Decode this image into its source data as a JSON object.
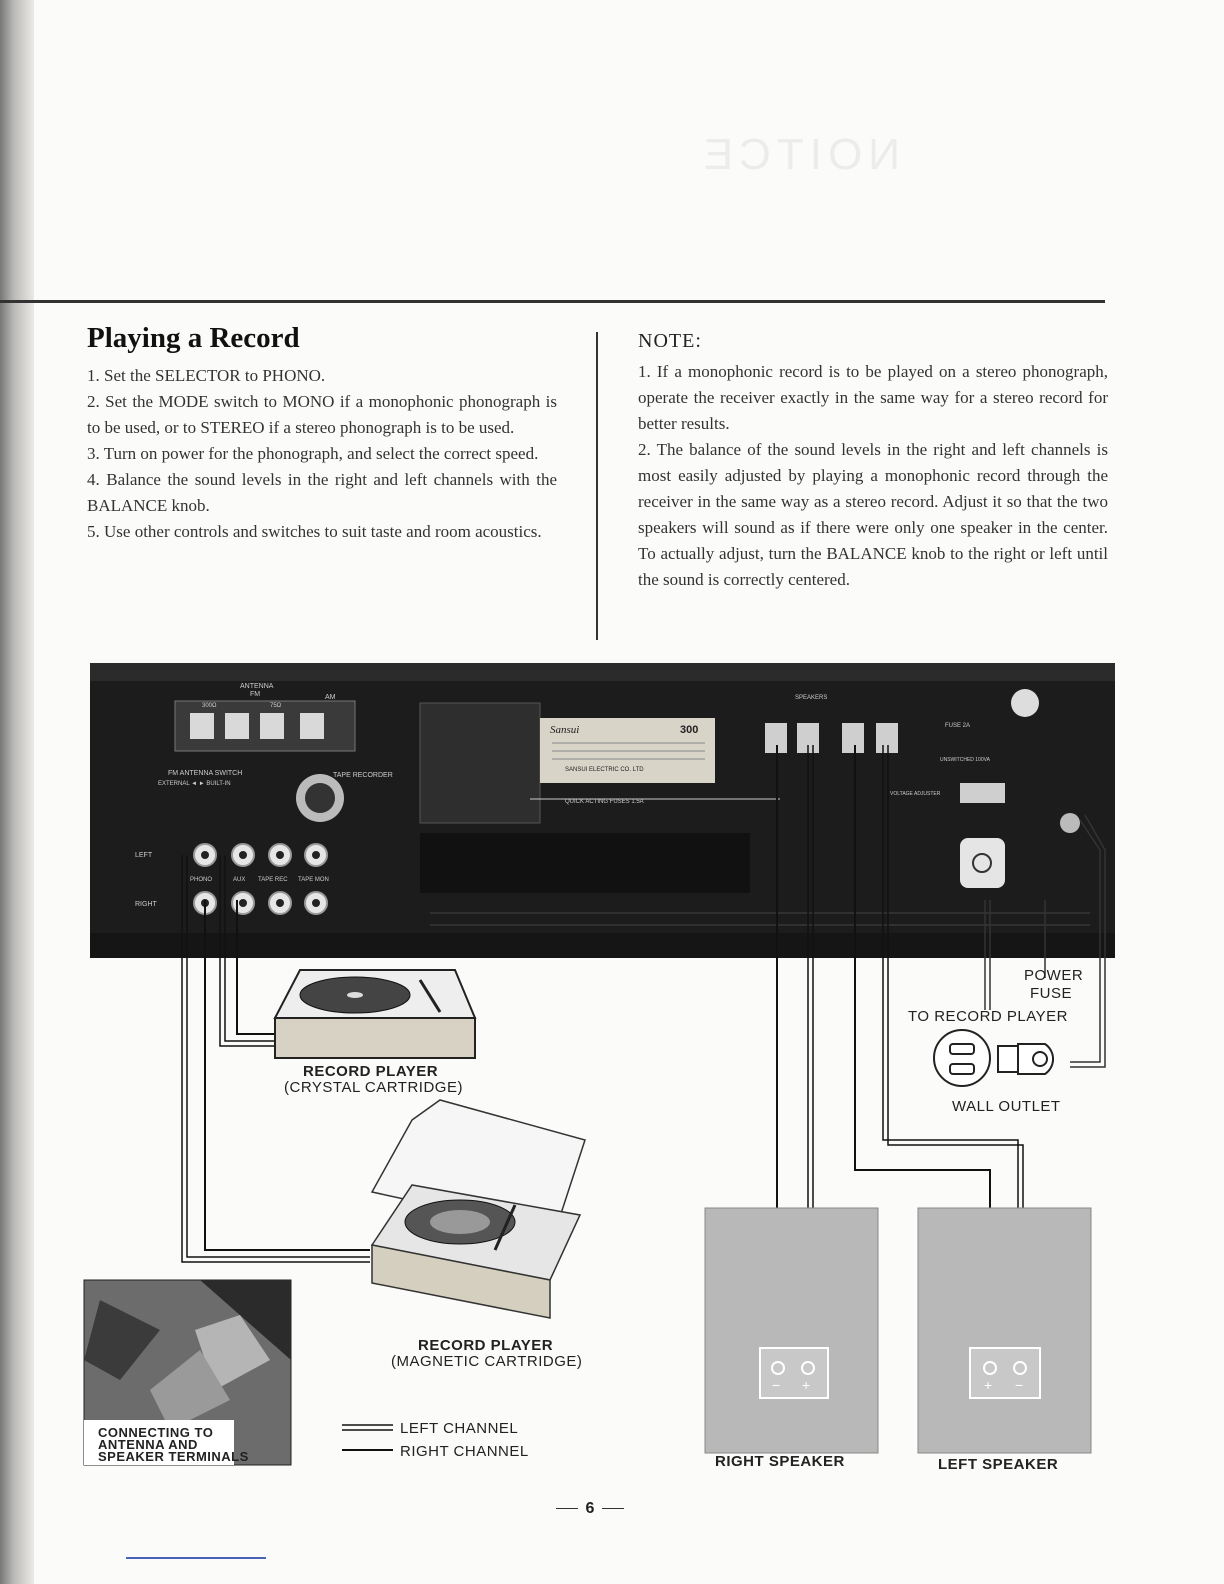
{
  "left_column": {
    "title": "Playing a Record",
    "steps": [
      "1.  Set the SELECTOR to PHONO.",
      "2.  Set the MODE switch to MONO if a monophonic phonograph is to be used, or to STEREO if a stereo phonograph is to be used.",
      "3.  Turn on power for the phonograph, and select the correct speed.",
      "4.  Balance the sound levels in the right and left channels with the BALANCE knob.",
      "5.  Use other controls and switches to suit taste and room acoustics."
    ]
  },
  "right_column": {
    "note_title": "NOTE:",
    "notes": [
      "1.  If a monophonic record is to be played on a stereo phonograph, operate the receiver exactly in the same way for a stereo record for better results.",
      "2.  The balance of the sound levels in the right and left channels is most easily adjusted by playing a monophonic record through the receiver in the same way as a stereo record. Adjust it so that the two speakers will sound as if there were only one speaker in the center. To actually adjust, turn the BALANCE knob to the right or left until the sound is correctly centered."
    ]
  },
  "panel": {
    "antenna": "ANTENNA",
    "fm": "FM",
    "am": "AM",
    "ohm300": "300Ω",
    "ohm75": "75Ω",
    "fm_antenna_switch": "FM ANTENNA SWITCH",
    "external_builtin": "EXTERNAL ◄ ► BUILT-IN",
    "tape_recorder": "TAPE RECORDER",
    "left": "LEFT",
    "right": "RIGHT",
    "phono": "PHONO",
    "aux": "AUX",
    "tape_rec": "TAPE REC",
    "tape_mon": "TAPE MON",
    "brand": "Sansui",
    "model": "300",
    "maker": "SANSUI ELECTRIC CO. LTD",
    "speakers": "SPEAKERS",
    "fuse": "FUSE 2A",
    "unswitched": "UNSWITCHED 100VA",
    "voltage_adjuster": "VOLTAGE ADJUSTER",
    "quick_fuses": "QUICK ACTING FUSES 1.5A"
  },
  "labels": {
    "power_fuse_1": "POWER",
    "power_fuse_2": "FUSE",
    "to_record_player": "TO RECORD PLAYER",
    "wall_outlet": "WALL OUTLET",
    "rp_crystal_1": "RECORD PLAYER",
    "rp_crystal_2": "(CRYSTAL CARTRIDGE)",
    "rp_magnetic_1": "RECORD PLAYER",
    "rp_magnetic_2": "(MAGNETIC CARTRIDGE)",
    "connecting_1": "CONNECTING TO",
    "connecting_2": "ANTENNA AND",
    "connecting_3": "SPEAKER TERMINALS",
    "legend_left": "LEFT CHANNEL",
    "legend_right": "RIGHT CHANNEL",
    "right_speaker": "RIGHT SPEAKER",
    "left_speaker": "LEFT SPEAKER"
  },
  "page_number": "6"
}
